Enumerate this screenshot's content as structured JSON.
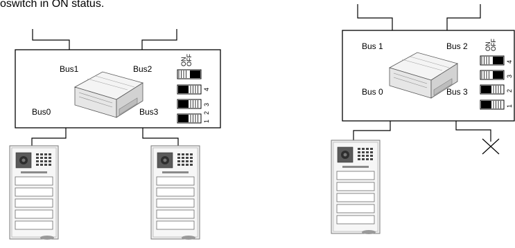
{
  "caption": "oswitch in ON status.",
  "left_module": {
    "bus_labels": [
      "Bus0",
      "Bus1",
      "Bus2",
      "Bus3"
    ],
    "switch_header_on": "ON",
    "switch_header_off": "OFF",
    "switch_numbers": [
      "1",
      "2",
      "3",
      "4"
    ],
    "switch_states": [
      "on",
      "on",
      "on",
      "off"
    ]
  },
  "right_module": {
    "bus_labels": [
      "Bus 0",
      "Bus 1",
      "Bus 2",
      "Bus 3"
    ],
    "switch_header_on": "ON",
    "switch_header_off": "OFF",
    "switch_numbers": [
      "1",
      "2",
      "3",
      "4"
    ],
    "switch_states": [
      "on",
      "on",
      "off",
      "off"
    ]
  }
}
